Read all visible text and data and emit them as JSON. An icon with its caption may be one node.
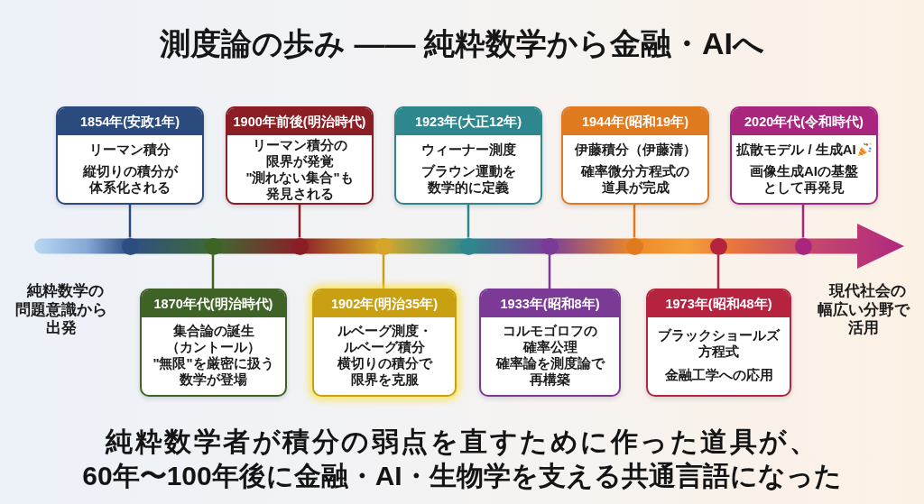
{
  "diagram": {
    "title": "測度論の歩み —— 純粋数学から金融・AIへ",
    "caption": "純粋数学者が積分の弱点を直すために作った道具が、60年〜100年後に金融・AI・生物学を支える共通言語になった",
    "nodes": [
      {
        "text": [
          "1854年(安政1年)",
          "リーマン積分",
          "縦切りの積分が体系化される"
        ]
      },
      {
        "text": [
          "1900年前後(明治時代)",
          "リーマン積分の限界が発覚",
          "\"測れない集合\"も発見される"
        ]
      },
      {
        "text": [
          "1923年(大正12年)",
          "ウィーナー測度",
          "ブラウン運動を数学的に定義"
        ]
      },
      {
        "text": [
          "1944年(昭和19年)",
          "伊藤積分（伊藤清）",
          "確率微分方程式の道具が完成"
        ]
      },
      {
        "text": [
          "2020年代(令和時代)",
          "拡散モデル / 生成AI",
          "画像生成AIの基盤として再発見"
        ]
      },
      {
        "text": [],
        "shape": "circle"
      },
      {
        "text": [],
        "shape": "circle"
      },
      {
        "text": [],
        "shape": "circle"
      },
      {
        "text": [],
        "shape": "circle"
      },
      {
        "text": [],
        "shape": "circle"
      },
      {
        "text": [],
        "shape": "circle"
      },
      {
        "text": [],
        "shape": "circle"
      },
      {
        "text": [],
        "shape": "circle"
      },
      {
        "text": [],
        "shape": "circle"
      },
      {
        "text": [
          "1870年代(明治時代)",
          "集合論の誕生（カントール）",
          "\"無限\"を厳密に扱う数学が登場"
        ]
      },
      {
        "text": [
          "1902年(明治35年)",
          "ルベーグ測度・ルベーグ積分",
          "横切りの積分で限界を克服"
        ]
      },
      {
        "text": [
          "1933年(昭和8年)",
          "コルモゴロフの確率公理",
          "確率論を測度論で再構築"
        ]
      },
      {
        "text": [
          "1973年(昭和48年)",
          "ブラックショールズ方程式",
          "金融工学への応用"
        ]
      }
    ],
    "edges": [
      {
        "from": 0,
        "to": 5,
        "arrow": "none",
        "color": "#2b4a7e"
      },
      {
        "from": 14,
        "to": 6,
        "arrow": "none",
        "color": "#3f6226"
      },
      {
        "from": 1,
        "to": 7,
        "arrow": "none",
        "color": "#8b1e24"
      },
      {
        "from": 15,
        "to": 8,
        "arrow": "none",
        "color": "#c9a012"
      },
      {
        "from": 2,
        "to": 9,
        "arrow": "none",
        "color": "#2e878c"
      },
      {
        "from": 16,
        "to": 10,
        "arrow": "none",
        "color": "#7b3a96"
      },
      {
        "from": 3,
        "to": 11,
        "arrow": "none",
        "color": "#e07a1f"
      },
      {
        "from": 17,
        "to": 12,
        "arrow": "none",
        "color": "#b5233f"
      },
      {
        "from": 4,
        "to": 13,
        "arrow": "none",
        "color": "#a8267e"
      }
    ],
    "labels": [
      "純粋数学の問題意識から出発",
      "現代社会の幅広い分野で活用"
    ]
  }
}
